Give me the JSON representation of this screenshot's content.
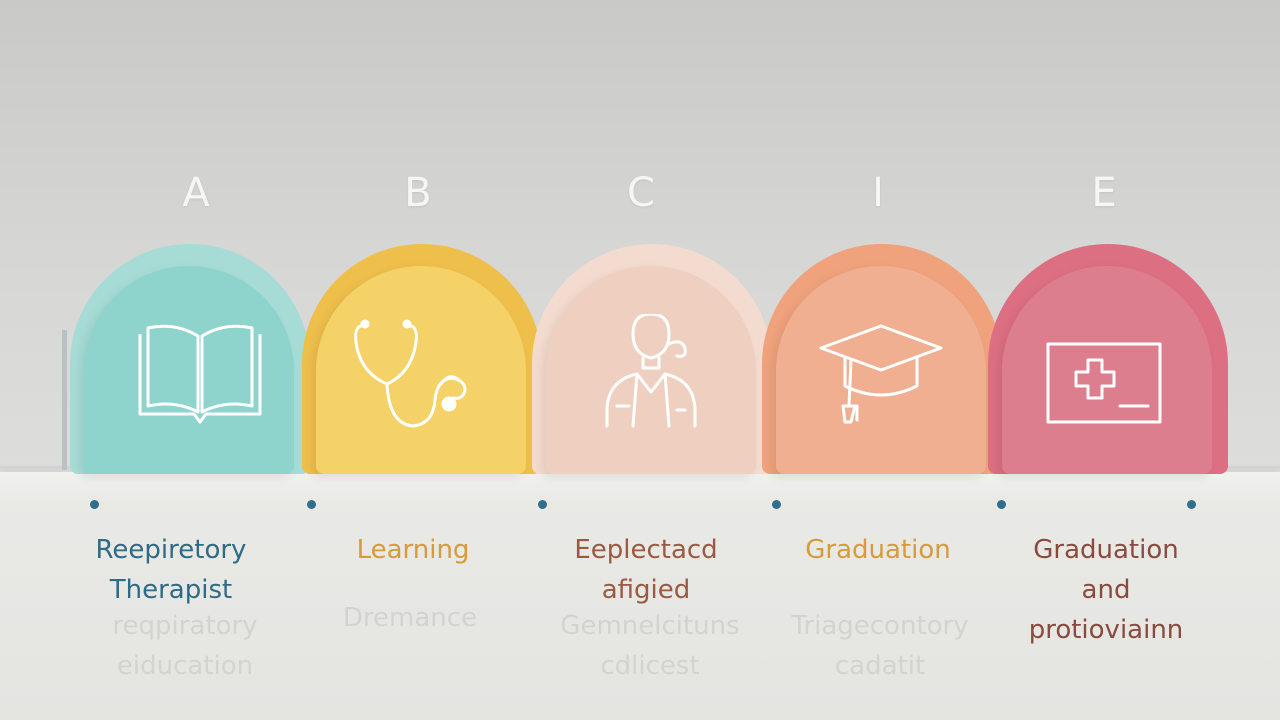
{
  "colors": {
    "teal": "#8dd5d0",
    "teal_back": "#a3dcd7",
    "yellow": "#f2cf64",
    "yellow_back": "#efc04d",
    "peach": "#efd2c2",
    "peach_back": "#f0d6c8",
    "orange": "#efae8d",
    "orange_back": "#efa27c",
    "pink": "#dd7b8c",
    "pink_back": "#dd6f83"
  },
  "letters": [
    "A",
    "B",
    "C",
    "I",
    "E"
  ],
  "steps": [
    {
      "letter": "A",
      "icon": "book-icon",
      "title_lines": [
        "Reepiretory",
        "Therapist"
      ],
      "title_color": "#2f6a86",
      "sub_lines": [
        "reqpiratory",
        "eiducation"
      ]
    },
    {
      "letter": "B",
      "icon": "stethoscope-icon",
      "title_lines": [
        "Learning"
      ],
      "title_color": "#d99a3a",
      "sub_lines": [
        "Dremance"
      ]
    },
    {
      "letter": "C",
      "icon": "person-icon",
      "title_lines": [
        "Eeplectacd",
        "afigied"
      ],
      "title_color": "#9a5a42",
      "sub_lines": [
        "Gemnelcituns",
        "cdlicest"
      ]
    },
    {
      "letter": "I",
      "icon": "graduation-cap-icon",
      "title_lines": [
        "Graduation"
      ],
      "title_color": "#d99a3a",
      "sub_lines": [
        "Triagecontory",
        "cadatit"
      ]
    },
    {
      "letter": "E",
      "icon": "medical-cross-icon",
      "title_lines": [
        "Graduation",
        "and",
        "protioviainn"
      ],
      "title_color": "#8a4a3e",
      "sub_lines": []
    }
  ]
}
